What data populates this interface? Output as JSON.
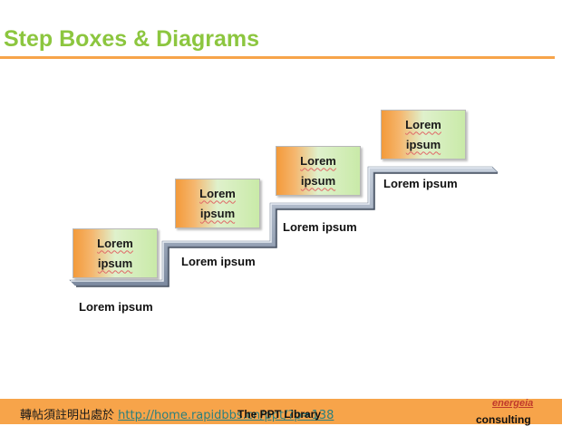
{
  "header": {
    "title": "Step Boxes & Diagrams"
  },
  "steps": [
    {
      "box_line1": "Lorem",
      "box_line2": "ipsum",
      "label": "Lorem ipsum"
    },
    {
      "box_line1": "Lorem",
      "box_line2": "ipsum",
      "label": "Lorem ipsum"
    },
    {
      "box_line1": "Lorem",
      "box_line2": "ipsum",
      "label": "Lorem ipsum"
    },
    {
      "box_line1": "Lorem",
      "box_line2": "ipsum",
      "label": "Lorem ipsum"
    }
  ],
  "footer": {
    "prefix": "轉帖須註明出處於 ",
    "link": "http://home.rapidbbs.cn/ppt/?p=138",
    "library": "The PPT Library",
    "brand": "energeia",
    "brand_sub": "consulting"
  },
  "colors": {
    "title": "#8cc63f",
    "accent": "#f7a44a",
    "step_fill": "#a7b4c6"
  }
}
